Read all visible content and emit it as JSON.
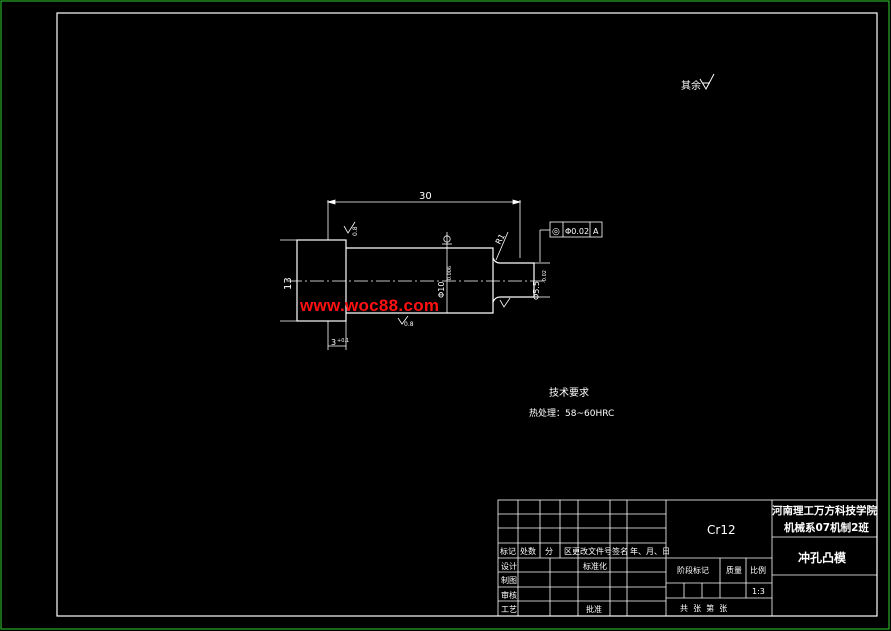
{
  "drawing": {
    "surface_finish_note": "其余",
    "dimensions": {
      "overall_length": "30",
      "head_diameter": "13",
      "head_length": "3",
      "head_length_tol": "+0.1",
      "shank_diameter": "Φ10",
      "shank_tol": "-0.006",
      "pilot_diameter": "Φ5.5",
      "pilot_tol": "-0.02",
      "fillet_radius": "R1",
      "roughness_top": "0.8",
      "roughness_bottom": "0.8",
      "roughness_right": "0.8"
    },
    "geometric_tolerance": {
      "symbol": "◎",
      "value": "Φ0.02",
      "datum": "A"
    },
    "tech_requirements": {
      "title": "技术要求",
      "line1": "热处理：58~60HRC"
    },
    "watermark": "www.woc88.com"
  },
  "title_block": {
    "material": "Cr12",
    "school": "河南理工万方科技学院",
    "class": "机械系07机制2班",
    "part_name": "冲孔凸模",
    "header_labels": [
      "标记",
      "处数",
      "分",
      "区",
      "更改文件号",
      "签名",
      "年、月、日"
    ],
    "row_labels": [
      "设计",
      "制图",
      "审核",
      "工艺"
    ],
    "standardize": "标准化",
    "approve": "批准",
    "stage_mark": "阶段标记",
    "weight": "质量",
    "scale_label": "比例",
    "scale_value": "1:3",
    "sheets": "共  张  第  张"
  },
  "colors": {
    "background": "#000000",
    "lines": "#ffffff",
    "frame": "#2fd02f",
    "watermark": "#ff1111"
  }
}
